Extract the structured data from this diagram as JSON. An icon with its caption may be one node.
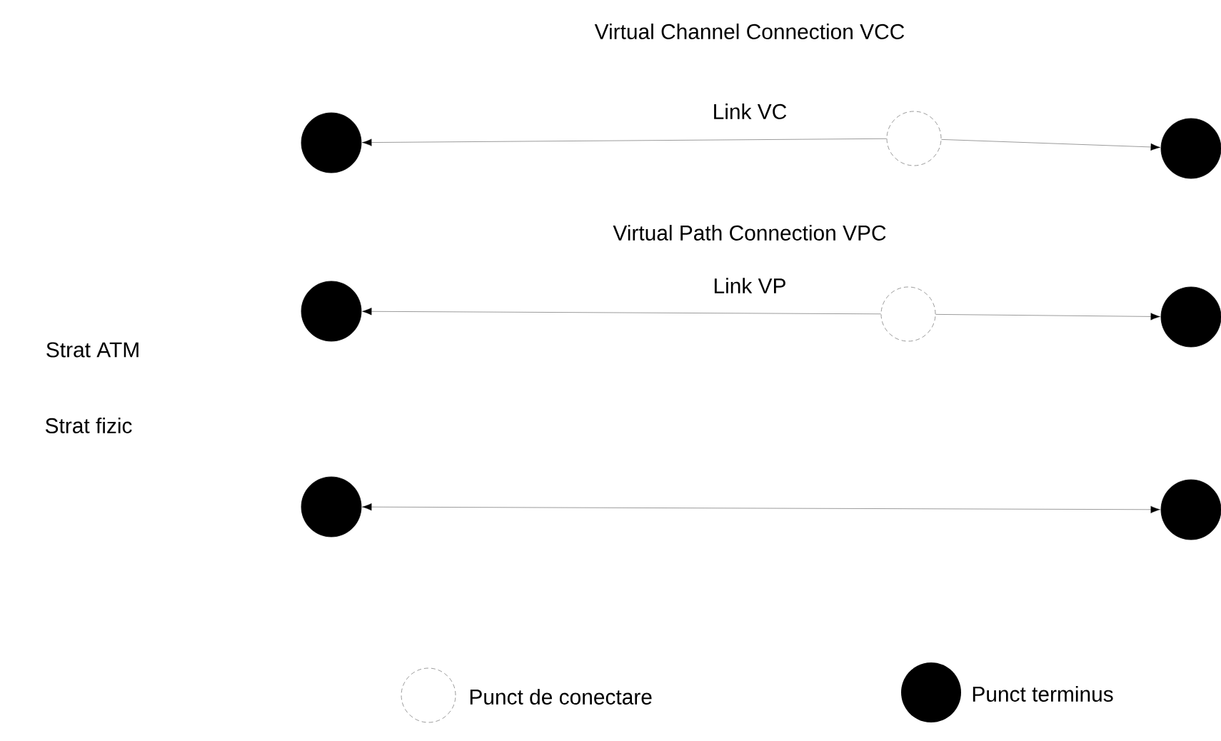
{
  "diagram": {
    "nodes": [
      {
        "text": [],
        "shape": "circle"
      },
      {
        "text": [],
        "shape": "circle"
      },
      {
        "text": [],
        "shape": "circle"
      },
      {
        "text": [],
        "shape": "circle"
      },
      {
        "text": [],
        "shape": "circle"
      },
      {
        "text": [],
        "shape": "circle"
      },
      {
        "text": [],
        "shape": "circle"
      },
      {
        "text": [],
        "shape": "circle"
      }
    ],
    "edges": [
      {
        "from": 1,
        "to": 0,
        "arrow": "to"
      },
      {
        "from": 1,
        "to": 2,
        "arrow": "to"
      },
      {
        "from": 4,
        "to": 3,
        "arrow": "to"
      },
      {
        "from": 4,
        "to": 5,
        "arrow": "to"
      },
      {
        "from": 6,
        "to": 7,
        "arrow": "both"
      }
    ],
    "labels": [
      "Virtual Channel Connection VCC",
      "Link VC",
      "Virtual Path Connection VPC",
      "Link VP",
      "Strat ATM",
      "Strat fizic"
    ],
    "legend": [
      {
        "text": "Punct de conectare"
      },
      {
        "text": "Punct terminus"
      }
    ]
  }
}
